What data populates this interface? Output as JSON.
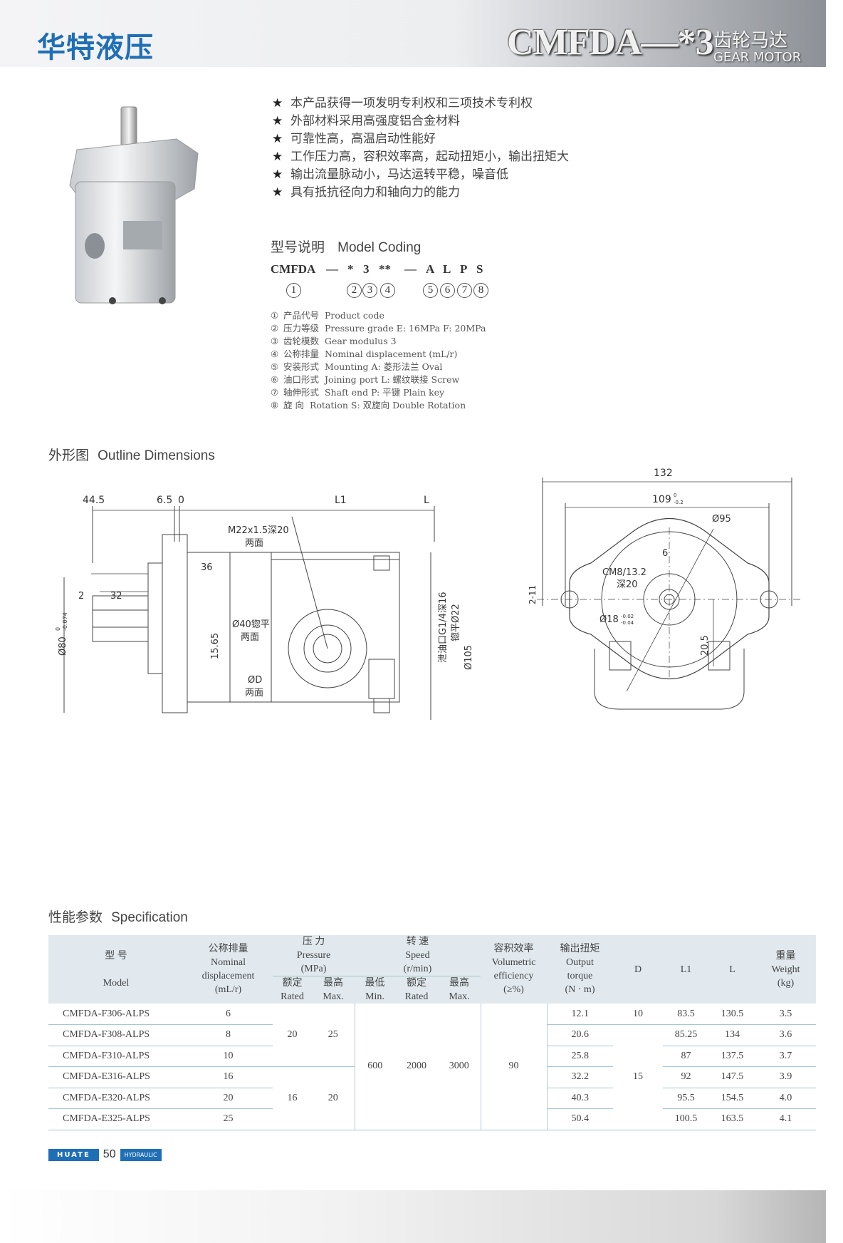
{
  "header": {
    "brand": "华特液压",
    "model": "CMFDA—*3",
    "type_cn": "齿轮马达",
    "type_en": "GEAR MOTOR"
  },
  "features": [
    "本产品获得一项发明专利权和三项技术专利权",
    "外部材料采用高强度铝合金材料",
    "可靠性高，高温启动性能好",
    "工作压力高，容积效率高，起动扭矩小，输出扭矩大",
    "输出流量脉动小，马达运转平稳，噪音低",
    "具有抵抗径向力和轴向力的能力"
  ],
  "star": "★",
  "model_coding": {
    "heading_cn": "型号说明",
    "heading_en": "Model Coding",
    "code_parts": [
      "CMFDA",
      "—",
      "*",
      "3",
      "**",
      "—",
      "A",
      "L",
      "P",
      "S"
    ],
    "circled": [
      "1",
      "2",
      "3",
      "4",
      "5",
      "6",
      "7",
      "8"
    ],
    "legend": [
      {
        "n": "①",
        "cn": "产品代号",
        "en": "Product code"
      },
      {
        "n": "②",
        "cn": "压力等级",
        "en": "Pressure grade  E: 16MPa   F: 20MPa"
      },
      {
        "n": "③",
        "cn": "齿轮模数",
        "en": "Gear modulus   3"
      },
      {
        "n": "④",
        "cn": "公称排量",
        "en": "Nominal  displacement (mL/r)"
      },
      {
        "n": "⑤",
        "cn": "安装形式",
        "en": "Mounting   A: 菱形法兰  Oval"
      },
      {
        "n": "⑥",
        "cn": "油口形式",
        "en": "Joining port   L: 螺纹联接  Screw"
      },
      {
        "n": "⑦",
        "cn": "轴伸形式",
        "en": "Shaft end   P: 平键  Plain key"
      },
      {
        "n": "⑧",
        "cn": "旋       向",
        "en": "Rotation   S: 双旋向  Double Rotation"
      }
    ]
  },
  "outline": {
    "heading_cn": "外形图",
    "heading_en": "Outline Dimensions",
    "side": {
      "d445": "44.5",
      "d65": "6.5",
      "d0": "0",
      "L1": "L1",
      "L": "L",
      "d36": "36",
      "d2": "2",
      "d32": "32",
      "port_thread": "M22x1.5深20",
      "both_sides": "两面",
      "flat40": "Ø40锪平",
      "both_sides2": "两面",
      "d1565": "15.65",
      "phiD": "ØD",
      "both_sides3": "两面",
      "d80": "Ø80",
      "d80_tol_top": "0",
      "d80_tol_bot": "-0.074",
      "drain": "泄油口G1/4深16",
      "drain2": "锪平Ø22",
      "d105": "Ø105"
    },
    "front": {
      "d132": "132",
      "d109": "109",
      "d109_tol_top": "0",
      "d109_tol_bot": "-0.2",
      "d95": "Ø95",
      "d6": "6",
      "cm8": "CM8/13.2",
      "depth20": "深20",
      "d18": "Ø18",
      "d18_tol_top": "-0.02",
      "d18_tol_bot": "-0.04",
      "d211": "2-11",
      "d205": "20.5"
    }
  },
  "spec": {
    "heading_cn": "性能参数",
    "heading_en": "Specification",
    "headers": {
      "model_cn": "型    号",
      "model_en": "Model",
      "disp_cn": "公称排量",
      "disp_en1": "Nominal",
      "disp_en2": "displacement",
      "disp_unit": "(mL/r)",
      "press_cn": "压    力",
      "press_en": "Pressure",
      "press_unit": "(MPa)",
      "speed_cn": "转    速",
      "speed_en": "Speed",
      "speed_unit": "(r/min)",
      "rated_cn": "额定",
      "rated_en": "Rated",
      "max_cn": "最高",
      "max_en": "Max.",
      "min_cn": "最低",
      "min_en": "Min.",
      "eff_cn": "容积效率",
      "eff_en1": "Volumetric",
      "eff_en2": "efficiency",
      "eff_unit": "(≥%)",
      "torque_cn": "输出扭矩",
      "torque_en1": "Output",
      "torque_en2": "torque",
      "torque_unit": "(N · m)",
      "D": "D",
      "L1": "L1",
      "L": "L",
      "weight_cn": "重量",
      "weight_en": "Weight",
      "weight_unit": "(kg)"
    },
    "rows": [
      {
        "model": "CMFDA-F306-ALPS",
        "disp": "6",
        "torque": "12.1",
        "L1": "83.5",
        "L": "130.5",
        "weight": "3.5"
      },
      {
        "model": "CMFDA-F308-ALPS",
        "disp": "8",
        "torque": "20.6",
        "L1": "85.25",
        "L": "134",
        "weight": "3.6"
      },
      {
        "model": "CMFDA-F310-ALPS",
        "disp": "10",
        "torque": "25.8",
        "L1": "87",
        "L": "137.5",
        "weight": "3.7"
      },
      {
        "model": "CMFDA-E316-ALPS",
        "disp": "16",
        "torque": "32.2",
        "L1": "92",
        "L": "147.5",
        "weight": "3.9"
      },
      {
        "model": "CMFDA-E320-ALPS",
        "disp": "20",
        "torque": "40.3",
        "L1": "95.5",
        "L": "154.5",
        "weight": "4.0"
      },
      {
        "model": "CMFDA-E325-ALPS",
        "disp": "25",
        "torque": "50.4",
        "L1": "100.5",
        "L": "163.5",
        "weight": "4.1"
      }
    ],
    "merged": {
      "F_rated": "20",
      "F_max": "25",
      "E_rated": "16",
      "E_max": "20",
      "speed_min": "600",
      "speed_rated": "2000",
      "speed_max": "3000",
      "efficiency": "90",
      "D_small": "10",
      "D_large": "15"
    }
  },
  "footer": {
    "brand": "HUATE",
    "page": "50",
    "label": "HYDRAULIC"
  },
  "colors": {
    "brand_blue": "#1f6fb7",
    "table_head": "#e1e9ef"
  }
}
